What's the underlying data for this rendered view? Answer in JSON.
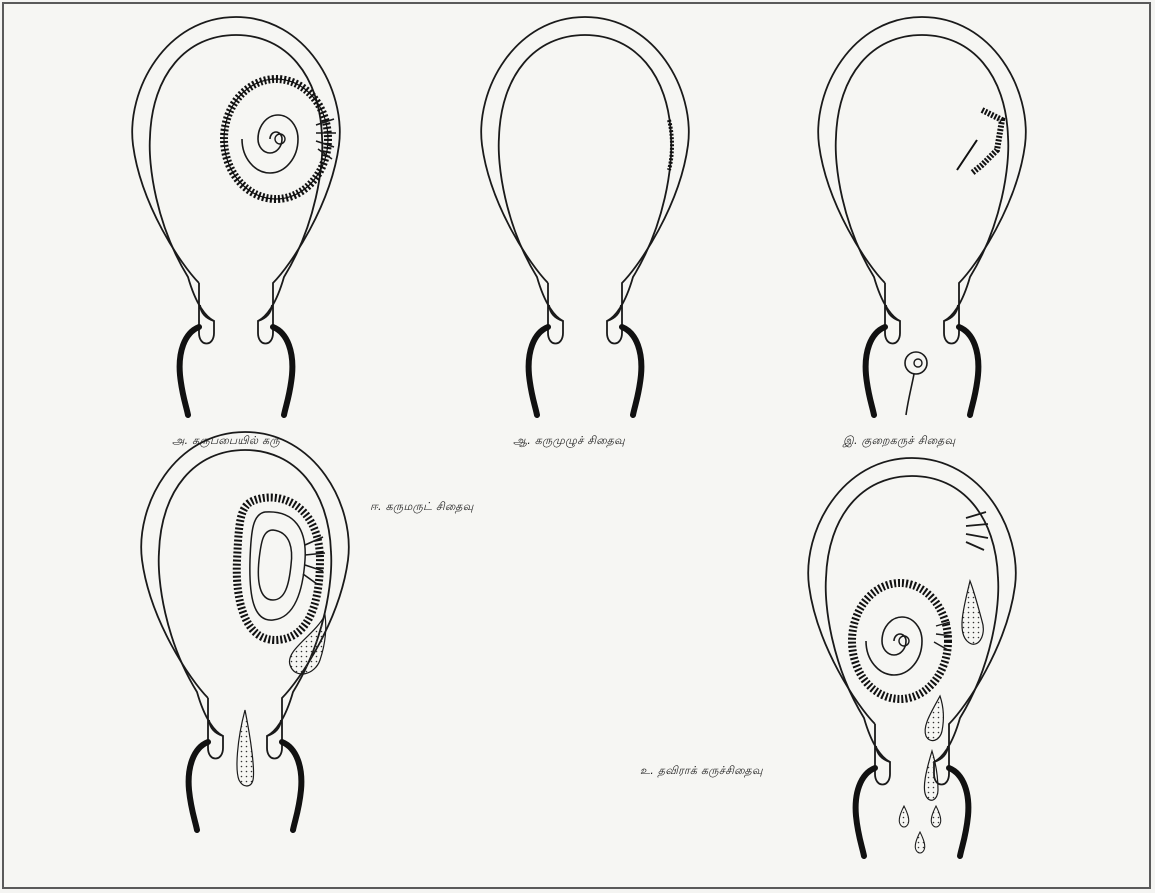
{
  "figure": {
    "captions": {
      "a": "அ. கருப்பையில் கரு",
      "aa": "ஆ. கருமுழுச் சிதைவு",
      "i": "இ. குறைகருச் சிதைவு",
      "ii": "ஈ. கருமருட் சிதைவு",
      "u": "உ. தவிராக் கருச்சிதைவு"
    }
  },
  "colors": {
    "paper": "#f4f4f2",
    "ink": "#1a1a1a",
    "frame": "#5a5a5a"
  }
}
